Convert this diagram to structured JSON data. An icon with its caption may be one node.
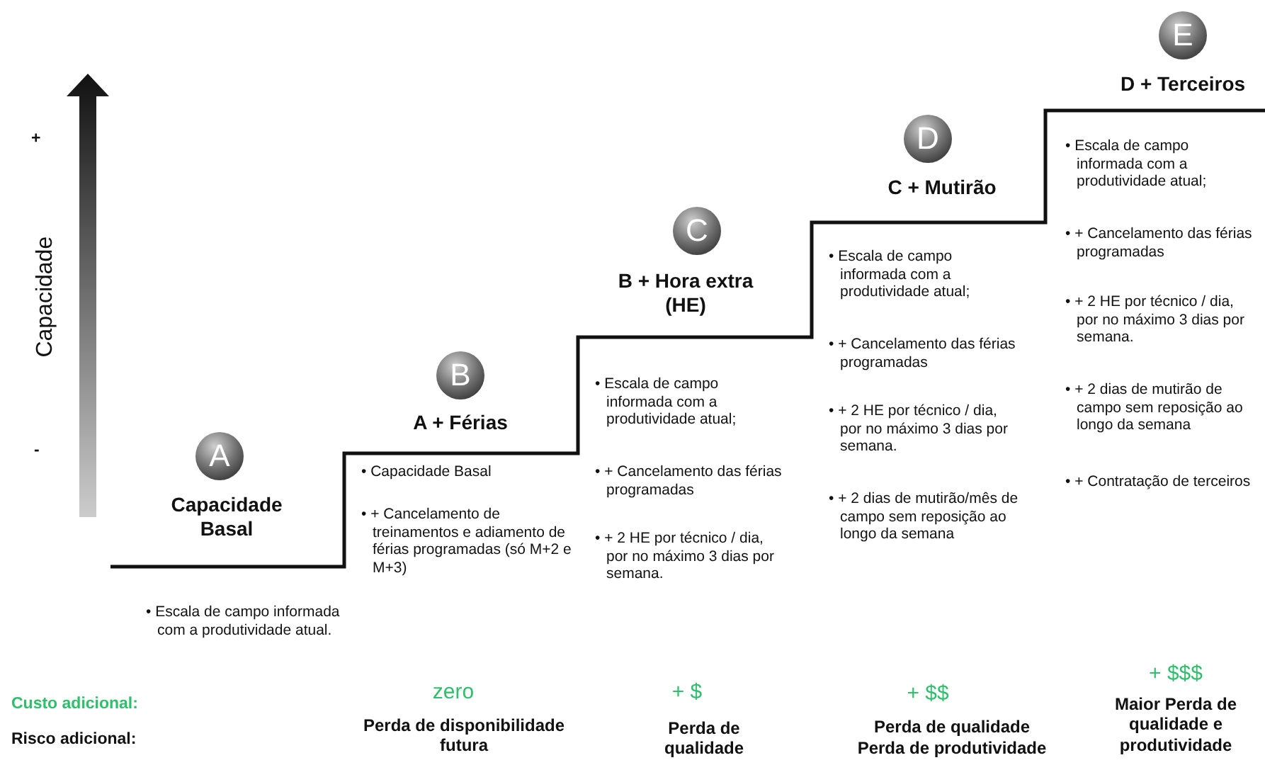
{
  "diagram": {
    "nodes": [
      {
        "text": [
          "A"
        ],
        "beside": [
          "Capacidade Basal"
        ]
      },
      {
        "text": [
          "B"
        ],
        "beside": [
          "A + Férias"
        ]
      },
      {
        "text": [
          "C"
        ],
        "beside": [
          "B + Hora extra (HE)"
        ]
      },
      {
        "text": [
          "D"
        ],
        "beside": [
          "C + Mutirão"
        ]
      },
      {
        "text": [
          "E"
        ],
        "beside": [
          "D + Terceiros"
        ]
      }
    ],
    "labels": [
      "+",
      "Capacidade",
      "-",
      "• Escala de campo informada com a produtividade atual.",
      "• Capacidade Basal",
      "• + Cancelamento de treinamentos e adiamento de férias programadas (só M+2 e M+3)",
      "• Escala de campo informada com a produtividade atual;",
      "• + Cancelamento das férias programadas",
      "• + 2 HE por técnico / dia, por no máximo 3 dias por semana.",
      "• Escala de campo informada com a produtividade atual;",
      "• + Cancelamento das férias programadas",
      "• + 2 HE por técnico / dia, por no máximo 3 dias por semana.",
      "• + 2 dias de mutirão/mês de campo sem reposição ao longo da semana",
      "• Escala de campo informada com a produtividade atual;",
      "• + Cancelamento das férias programadas",
      "• + 2 HE por técnico / dia, por no máximo 3 dias por semana.",
      "• + 2 dias de mutirão de campo sem reposição ao longo da semana",
      "• + Contratação de terceiros",
      "Custo adicional:",
      "Risco adicional:",
      "zero",
      "Perda de disponibilidade futura",
      "+ $",
      "Perda de qualidade",
      "+ $$",
      "Perda de qualidade",
      "Perda de produtividade",
      "+ $$$",
      "Maior Perda de qualidade e produtividade"
    ]
  }
}
